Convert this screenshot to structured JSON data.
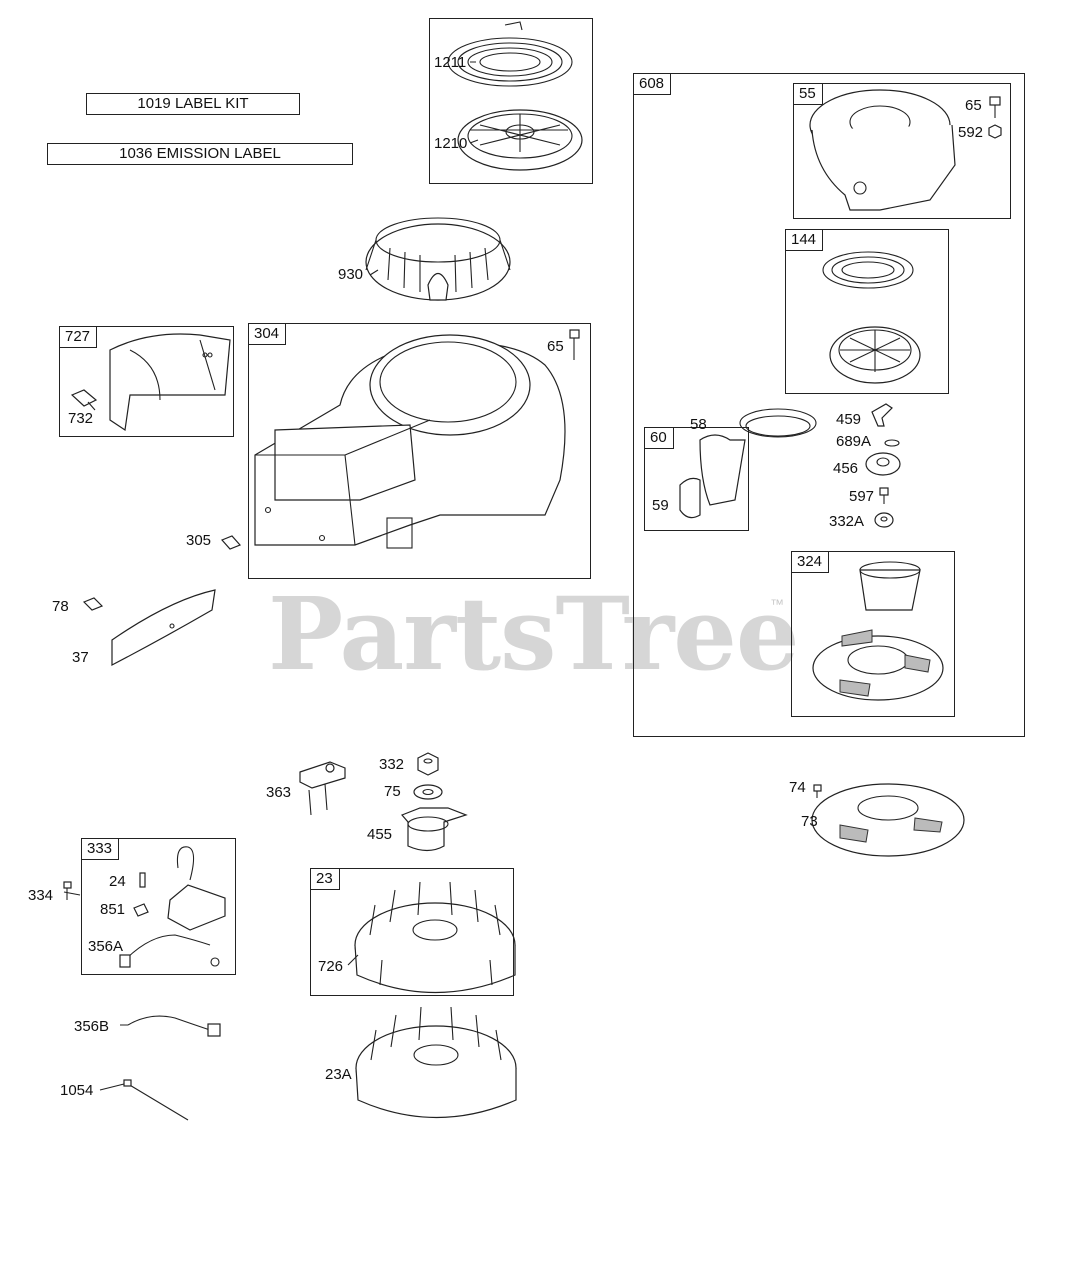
{
  "watermark": {
    "text": "PartsTree",
    "mark": "™"
  },
  "label_boxes": {
    "label_kit": "1019 LABEL KIT",
    "emission_label": "1036 EMISSION LABEL"
  },
  "groups": {
    "g608": "608",
    "g55": "55",
    "g144": "144",
    "g60": "60",
    "g324": "324",
    "g727": "727",
    "g304": "304",
    "g333": "333",
    "g23": "23"
  },
  "parts": {
    "p1211": "1211",
    "p1210": "1210",
    "p930": "930",
    "p65a": "65",
    "p65b": "65",
    "p592": "592",
    "p732": "732",
    "p305": "305",
    "p78": "78",
    "p37": "37",
    "p58": "58",
    "p459": "459",
    "p689A": "689A",
    "p456": "456",
    "p597": "597",
    "p332A": "332A",
    "p59": "59",
    "p363": "363",
    "p332": "332",
    "p75": "75",
    "p455": "455",
    "p74": "74",
    "p73": "73",
    "p334": "334",
    "p24": "24",
    "p851": "851",
    "p356A": "356A",
    "p356B": "356B",
    "p1054": "1054",
    "p726": "726",
    "p23A": "23A"
  },
  "icons": [
    "spring-icon",
    "pulley-icon",
    "screen-icon",
    "blower-housing-icon",
    "bolt-icon",
    "nut-icon",
    "shroud-icon",
    "baffle-icon",
    "ignition-coil-icon",
    "flywheel-icon",
    "starter-cup-icon",
    "handle-icon",
    "wire-icon",
    "cable-tie-icon",
    "bracket-icon",
    "washer-icon"
  ]
}
